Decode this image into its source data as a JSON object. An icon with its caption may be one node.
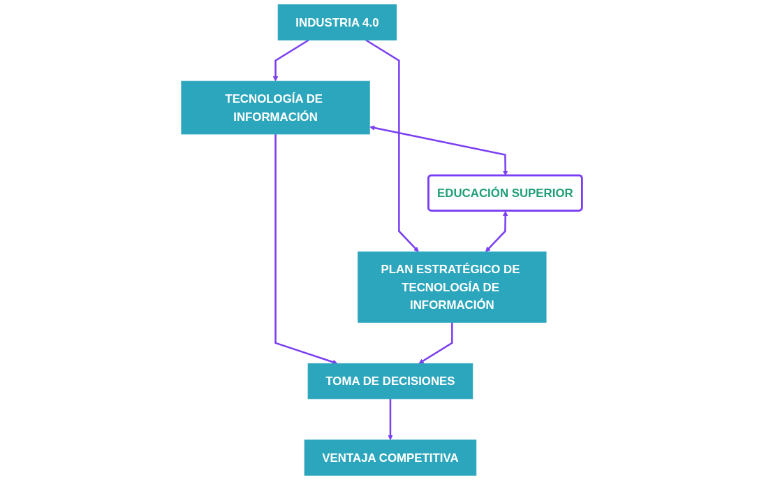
{
  "diagram": {
    "nodes": [
      {
        "text": [
          "INDUSTRIA 4.0"
        ]
      },
      {
        "text": [
          "TECNOLOGÍA DE INFORMACIÓN"
        ]
      },
      {
        "text": [
          "EDUCACIÓN SUPERIOR"
        ]
      },
      {
        "text": [
          "PLAN ESTRATÉGICO DE TECNOLOGÍA DE INFORMACIÓN"
        ]
      },
      {
        "text": [
          "TOMA DE DECISIONES"
        ]
      },
      {
        "text": [
          "VENTAJA COMPETITIVA"
        ]
      }
    ],
    "edges": [
      {
        "from": 0,
        "to": 1,
        "arrow": "to"
      },
      {
        "from": 0,
        "to": 3,
        "arrow": "to"
      },
      {
        "from": 1,
        "to": 2,
        "arrow": "both"
      },
      {
        "from": 2,
        "to": 3,
        "arrow": "both"
      },
      {
        "from": 1,
        "to": 4,
        "arrow": "to"
      },
      {
        "from": 3,
        "to": 4,
        "arrow": "to"
      },
      {
        "from": 4,
        "to": 5,
        "arrow": "to"
      }
    ]
  }
}
